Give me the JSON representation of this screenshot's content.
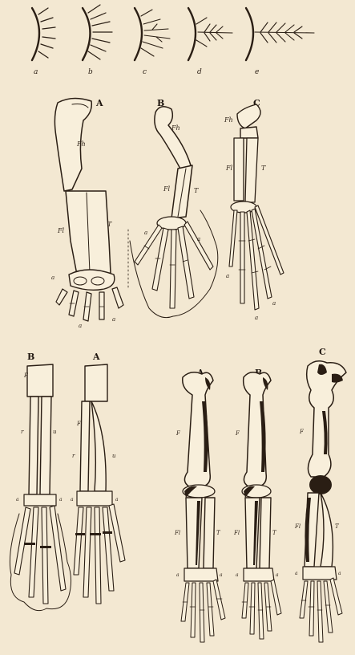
{
  "fin_series": {
    "labels": [
      "a",
      "b",
      "c",
      "d",
      "e"
    ]
  },
  "middle_limbs": [
    {
      "caption": "A",
      "part_labels": [
        "Fh",
        "Fl",
        "T",
        "a",
        "a",
        "a"
      ]
    },
    {
      "caption": "B",
      "part_labels": [
        "Fh",
        "Fl",
        "T",
        "a",
        "a"
      ]
    },
    {
      "caption": "C",
      "part_labels": [
        "Fh",
        "Fl",
        "T",
        "a",
        "a",
        "a"
      ]
    }
  ],
  "lower_left_limbs": [
    {
      "caption": "B",
      "part_labels": [
        "F",
        "r",
        "u",
        "a",
        "a"
      ]
    },
    {
      "caption": "A",
      "part_labels": [
        "F",
        "r",
        "u",
        "a",
        "a"
      ]
    }
  ],
  "lower_right_limbs": [
    {
      "caption": "A",
      "part_labels": [
        "F",
        "Fl",
        "T",
        "a",
        "a"
      ]
    },
    {
      "caption": "B",
      "part_labels": [
        "F",
        "Fl",
        "T",
        "a",
        "a"
      ]
    },
    {
      "caption": "C",
      "part_labels": [
        "F",
        "Fl",
        "T",
        "a",
        "a"
      ]
    }
  ],
  "colors": {
    "paper": "#f3e8d2",
    "ink": "#2a1e14"
  }
}
